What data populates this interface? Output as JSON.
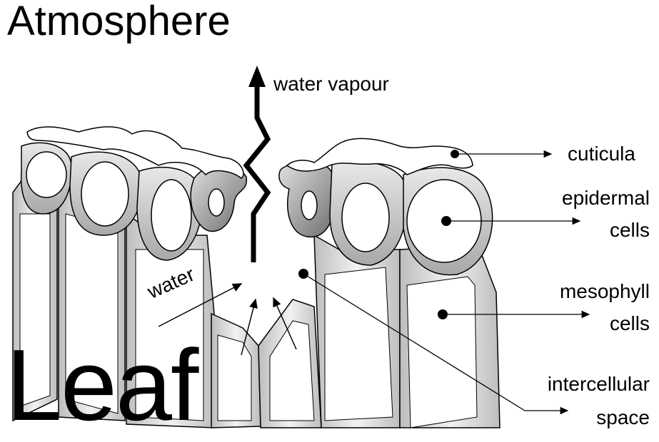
{
  "title": "Atmosphere",
  "region_label": "Leaf",
  "labels": {
    "water_vapour": "water vapour",
    "water": "water",
    "cuticula": "cuticula",
    "epidermal_1": "epidermal",
    "epidermal_2": "cells",
    "mesophyll_1": "mesophyll",
    "mesophyll_2": "cells",
    "intercellular_1": "intercellular",
    "intercellular_2": "space"
  }
}
